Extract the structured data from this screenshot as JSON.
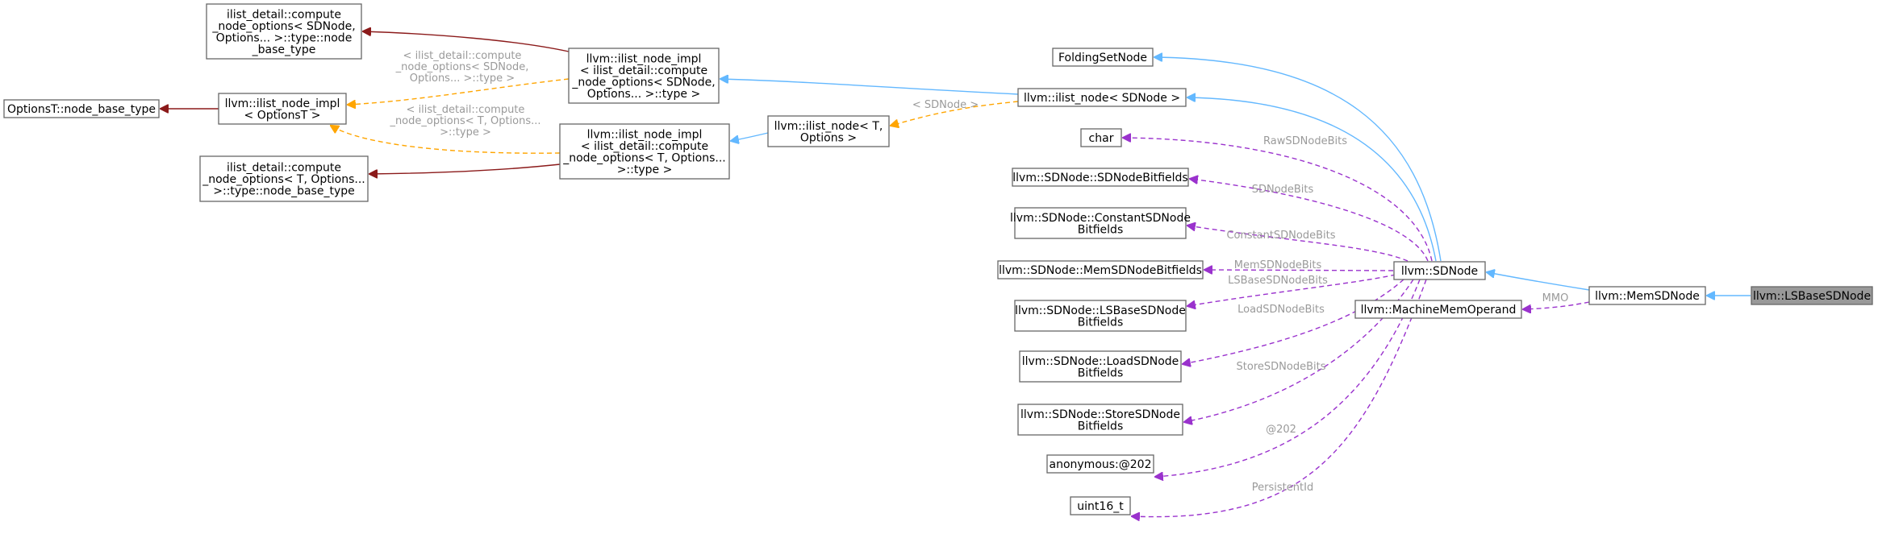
{
  "title": "Collaboration graph of llvm::LSBaseSDNode",
  "colors": {
    "inheritance": "#63b8ff",
    "usage": "#9a32cd",
    "template_instance": "#ffa500",
    "template_arg": "#8b1a1a",
    "highlight_fill": "#999999"
  },
  "nodes": [
    {
      "id": "lsbase",
      "lines": [
        "llvm::LSBaseSDNode"
      ],
      "highlight": true
    },
    {
      "id": "memsd",
      "lines": [
        "llvm::MemSDNode"
      ]
    },
    {
      "id": "sdnode",
      "lines": [
        "llvm::SDNode"
      ]
    },
    {
      "id": "mmo",
      "lines": [
        "llvm::MachineMemOperand"
      ]
    },
    {
      "id": "folding",
      "lines": [
        "FoldingSetNode"
      ]
    },
    {
      "id": "ilistsd",
      "lines": [
        "llvm::ilist_node< SDNode >"
      ]
    },
    {
      "id": "char",
      "lines": [
        "char"
      ]
    },
    {
      "id": "sdbf",
      "lines": [
        "llvm::SDNode::SDNodeBitfields"
      ]
    },
    {
      "id": "constbf",
      "lines": [
        "llvm::SDNode::ConstantSDNode",
        "Bitfields"
      ]
    },
    {
      "id": "membf",
      "lines": [
        "llvm::SDNode::MemSDNodeBitfields"
      ]
    },
    {
      "id": "lsbf",
      "lines": [
        "llvm::SDNode::LSBaseSDNode",
        "Bitfields"
      ]
    },
    {
      "id": "loadbf",
      "lines": [
        "llvm::SDNode::LoadSDNode",
        "Bitfields"
      ]
    },
    {
      "id": "storebf",
      "lines": [
        "llvm::SDNode::StoreSDNode",
        "Bitfields"
      ]
    },
    {
      "id": "anon",
      "lines": [
        "anonymous:@202"
      ]
    },
    {
      "id": "uint16",
      "lines": [
        "uint16_t"
      ]
    },
    {
      "id": "implsd",
      "lines": [
        "llvm::ilist_node_impl",
        "< ilist_detail::compute",
        "_node_options< SDNode,",
        "Options... >::type >"
      ]
    },
    {
      "id": "ilistT",
      "lines": [
        "llvm::ilist_node< T,",
        "Options >"
      ]
    },
    {
      "id": "implT",
      "lines": [
        "llvm::ilist_node_impl",
        "< ilist_detail::compute",
        "_node_options< T, Options...",
        ">::type >"
      ]
    },
    {
      "id": "implOpt",
      "lines": [
        "llvm::ilist_node_impl",
        "< OptionsT >"
      ]
    },
    {
      "id": "compSD",
      "lines": [
        "ilist_detail::compute",
        "_node_options< SDNode,",
        "Options... >::type::node",
        "_base_type"
      ]
    },
    {
      "id": "compT",
      "lines": [
        "ilist_detail::compute",
        "_node_options< T, Options...",
        ">::type::node_base_type"
      ]
    },
    {
      "id": "optbase",
      "lines": [
        "OptionsT::node_base_type"
      ]
    }
  ],
  "edge_labels": {
    "mmo": "MMO",
    "raw": "RawSDNodeBits",
    "sdnodebits": "SDNodeBits",
    "constbits": "ConstantSDNodeBits",
    "membits": "MemSDNodeBits",
    "lsbits": "LSBaseSDNodeBits",
    "loadbits": "LoadSDNodeBits",
    "storebits": "StoreSDNodeBits",
    "anon": "@202",
    "persistent": "PersistentId",
    "sdnode_arg": "< SDNode >",
    "impl_sd_arg": [
      "< ilist_detail::compute",
      "_node_options< SDNode,",
      "Options... >::type >"
    ],
    "impl_t_arg": [
      "< ilist_detail::compute",
      "_node_options< T, Options...",
      ">::type >"
    ]
  }
}
